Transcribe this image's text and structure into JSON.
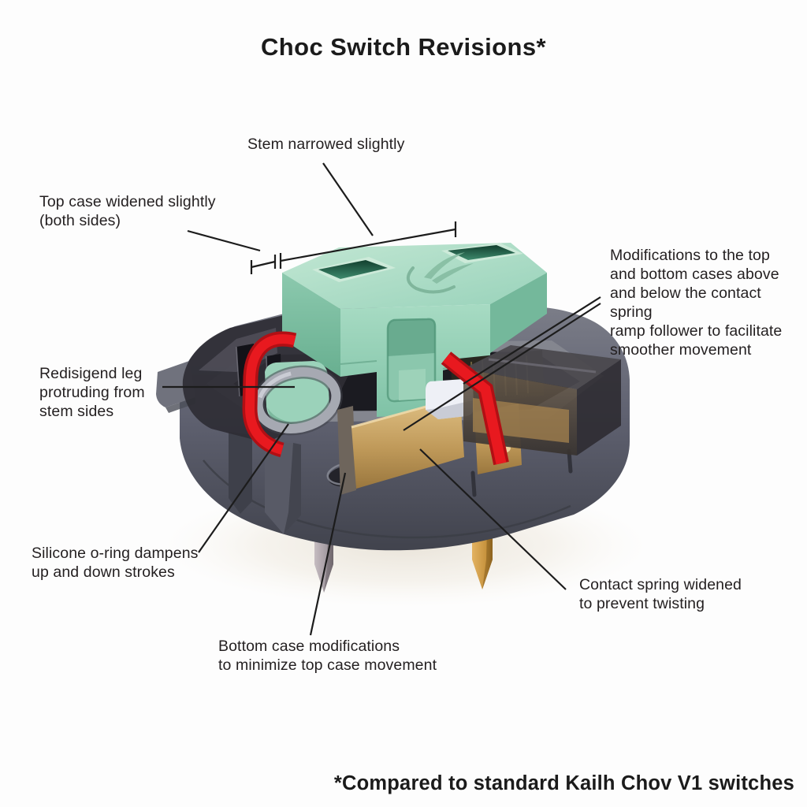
{
  "title": "Choc Switch Revisions*",
  "footnote": "*Compared to standard Kailh Chov V1 switches",
  "annotations": {
    "stem_narrowed": "Stem narrowed slightly",
    "top_case_widened": "Top case widened slightly\n(both sides)",
    "modifications": "Modifications to the top\nand bottom cases above\nand below the contact spring\nramp follower to facilitate\nsmoother movement",
    "redesigned_leg": "Redisigend leg\nprotruding from\nstem sides",
    "silicone_oring": "Silicone o-ring dampens\nup and down strokes",
    "contact_spring": "Contact spring widened\nto prevent twisting",
    "bottom_case": "Bottom case modifications\nto minimize top case movement"
  },
  "illustration": {
    "logo_icon": "kailh-flame-icon",
    "colors": {
      "background": "#fdfdfd",
      "text": "#231f20",
      "stem_green": "#a8d8c0",
      "case_gray": "#5f6170",
      "smoke_case": "#2e2d35",
      "highlight_red": "#e2151b",
      "contact_gold": "#c09a5a",
      "white_part": "#eef0f6",
      "gold_pin": "#d3a04b",
      "silver_pin": "#b3a8ad"
    }
  }
}
